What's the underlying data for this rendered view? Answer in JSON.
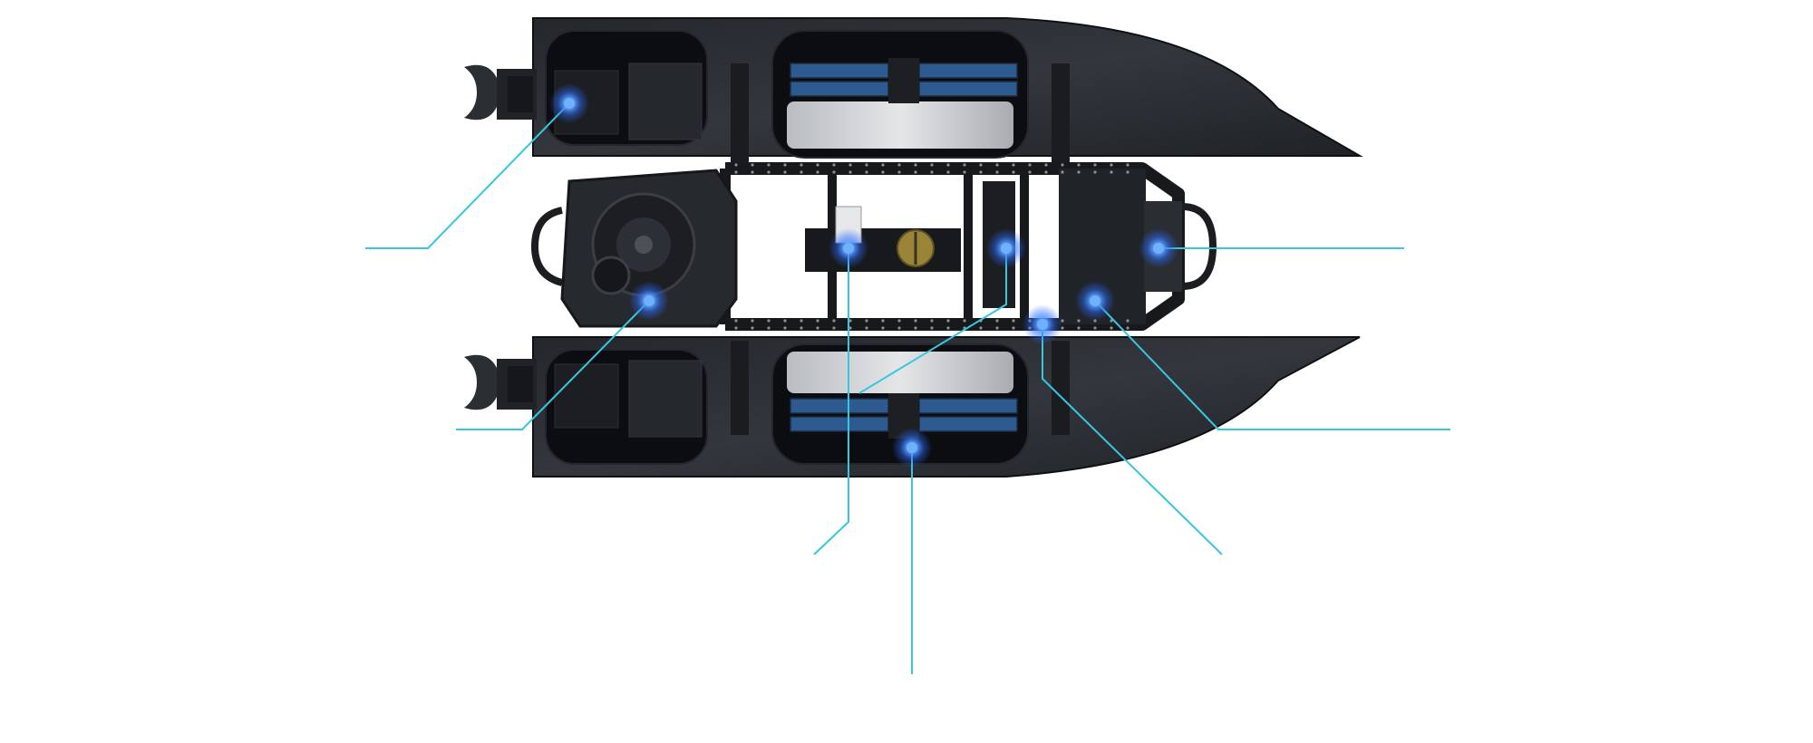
{
  "diagram": {
    "subject": "catamaran-unmanned-surface-vessel",
    "view": "top-down",
    "colors": {
      "background": "#ffffff",
      "hull": "#2a2d33",
      "frame": "#16181c",
      "battery": "#2d5b8f",
      "hotspot": "#2f6bff",
      "hotspot_glow": "#6fb0ff",
      "leader_line": "#38c6e0"
    },
    "callouts": [
      {
        "id": "stern-thruster-upper",
        "label": ""
      },
      {
        "id": "winch-reel",
        "label": ""
      },
      {
        "id": "sensor-mount-center",
        "label": ""
      },
      {
        "id": "center-bay-module",
        "label": ""
      },
      {
        "id": "bow-bracket",
        "label": ""
      },
      {
        "id": "battery-bank-lower",
        "label": ""
      },
      {
        "id": "frame-junction",
        "label": ""
      },
      {
        "id": "deck-plate-forward",
        "label": ""
      }
    ]
  }
}
